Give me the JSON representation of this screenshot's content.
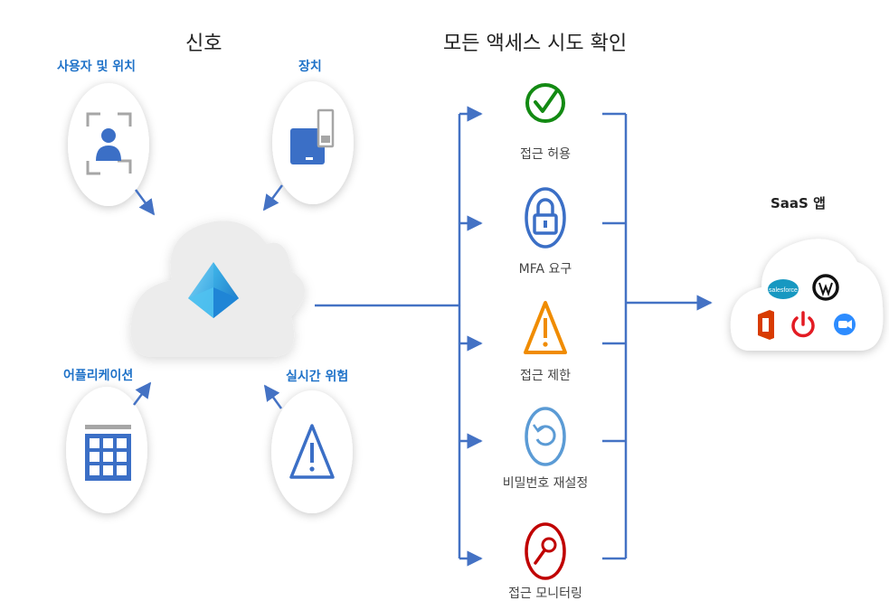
{
  "headings": {
    "signals": "신호",
    "verify": "모든 액세스 시도 확인"
  },
  "signals": [
    {
      "label": "사용자 및 위치",
      "icon": "user-location-icon"
    },
    {
      "label": "장치",
      "icon": "device-icon"
    },
    {
      "label": "어플리케이션",
      "icon": "application-grid-icon"
    },
    {
      "label": "실시간 위험",
      "icon": "warning-icon"
    }
  ],
  "center": {
    "icon": "azure-ad-pyramid-icon"
  },
  "outcomes": [
    {
      "label": "접근 허용",
      "icon": "check-circle-icon",
      "color": "#138a13"
    },
    {
      "label": "MFA 요구",
      "icon": "padlock-icon",
      "color": "#3b6fc6"
    },
    {
      "label": "접근 제한",
      "icon": "warning-triangle-icon",
      "color": "#f08c00"
    },
    {
      "label": "비밀번호 재설정",
      "icon": "reset-icon",
      "color": "#5b9bd5"
    },
    {
      "label": "접근 모니터링",
      "icon": "magnifier-icon",
      "color": "#c00000"
    }
  ],
  "saas": {
    "label": "SaaS 앱",
    "apps": [
      {
        "name": "salesforce",
        "icon": "salesforce-icon",
        "text": "salesforce"
      },
      {
        "name": "workplace",
        "icon": "workplace-icon"
      },
      {
        "name": "office",
        "icon": "office-icon"
      },
      {
        "name": "power",
        "icon": "power-icon"
      },
      {
        "name": "zoom",
        "icon": "zoom-icon"
      }
    ]
  },
  "colors": {
    "connector": "#4472c4",
    "signal_text": "#1f72c8",
    "cloud": "#ececec"
  }
}
